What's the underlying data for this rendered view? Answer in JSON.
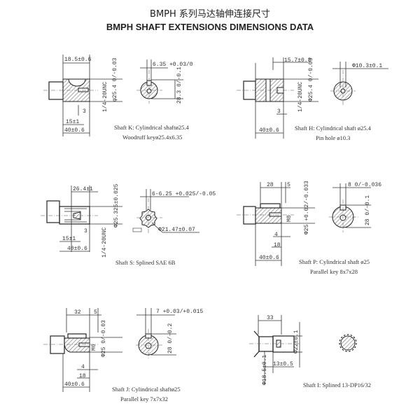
{
  "header": {
    "title_cn": "BMPH 系列马达轴伸连接尺寸",
    "title_en": "BMPH SHAFT EXTENSIONS DIMENSIONS DATA"
  },
  "shafts": {
    "K": {
      "caption1": "Shaft K: Cylindrical shaftø25.4",
      "caption2": "Woodruff keyø25.4x6.35",
      "dims": [
        "18.5±0.6",
        "6.35 +0.03/0",
        "28.3 0/-0.1",
        "1/4-20UNC",
        "φ25.4 0/-0.03",
        "3",
        "15±1",
        "40±0.6"
      ]
    },
    "H": {
      "caption1": "Shaft H: Cylindrical shaft ø25.4",
      "caption2": "Pin hole ø10.3",
      "dims": [
        "15.7±0.3",
        "Φ10.3±0.1",
        "Φ25.4 0/-0.03",
        "1/4-20UNC",
        "3",
        "40±0.6"
      ]
    },
    "S": {
      "caption1": "Shaft S: Splined SAE 6B",
      "dims": [
        "26.4±1",
        "6-6.25 +0.025/-0.05",
        "Φ25.325±0.025",
        "1/4-20UNC",
        "3",
        "15±1",
        "40±0.6",
        "Φ21.47±0.07"
      ]
    },
    "P": {
      "caption1": "Shaft P: Cylindrical shaft ø25",
      "caption2": "Parallel key  8x7x28",
      "dims": [
        "28",
        "5",
        "8 0/-0.036",
        "M8",
        "Φ25 +0.02/-0.033",
        "28 0/-0.1",
        "4",
        "18",
        "40±0.6"
      ]
    },
    "J": {
      "caption1": "Shaft J: Cylindrical shaftø25",
      "caption2": "Parallel key  7x7x32",
      "dims": [
        "32",
        "5",
        "7 +0.03/+0.015",
        "M6",
        "Φ25 0/-0.03",
        "28 0/-0.2",
        "4",
        "18",
        "40±0.6"
      ]
    },
    "I": {
      "caption1": "Shaft I: Splined 13-DP16/32",
      "dims": [
        "33",
        "Φ22±0.1",
        "13±0.5",
        "Φ18.5±0.1"
      ]
    }
  }
}
